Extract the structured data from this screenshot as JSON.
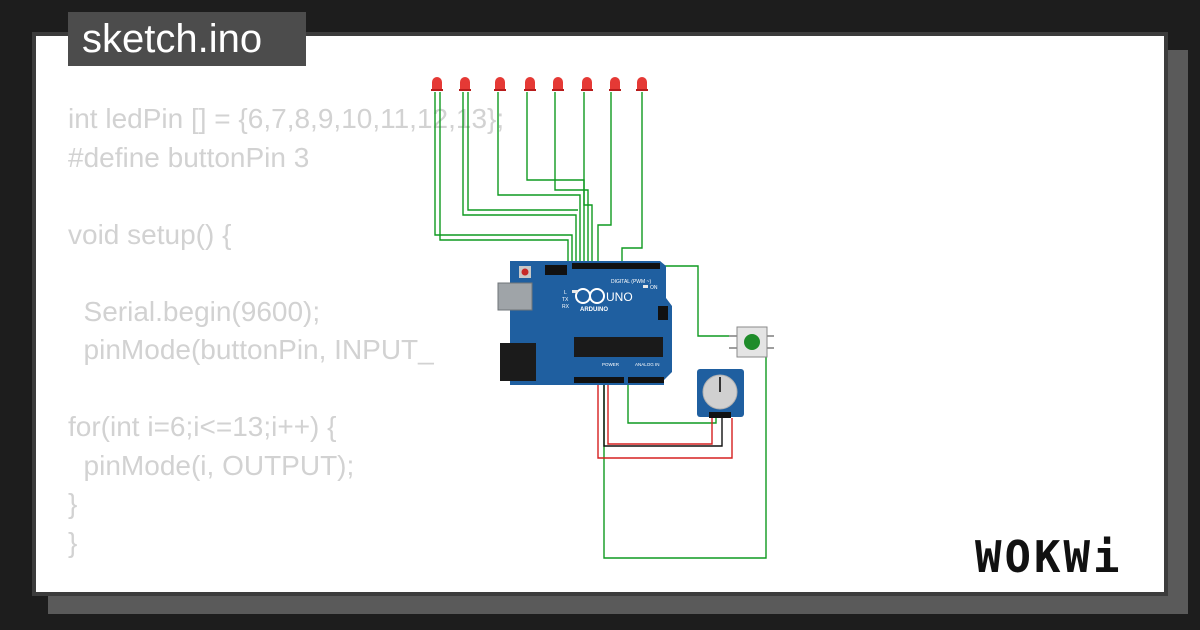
{
  "window": {
    "title": "sketch.ino"
  },
  "code": {
    "lines": [
      "int ledPin [] = {6,7,8,9,10,11,12,13};",
      "#define buttonPin 3",
      "",
      "void setup() {",
      "",
      "  Serial.begin(9600);",
      "  pinMode(buttonPin, INPUT_",
      "",
      "for(int i=6;i<=13;i++) {",
      "  pinMode(i, OUTPUT);",
      "}",
      "}"
    ]
  },
  "board": {
    "brand": "ARDUINO",
    "model": "UNO",
    "digital_label": "DIGITAL (PWM ~)",
    "power_label": "POWER",
    "analog_label": "ANALOG IN",
    "on_label": "ON",
    "tx_label": "TX",
    "rx_label": "RX",
    "l_label": "L"
  },
  "components": {
    "led_count": 8,
    "led_color": "#e53935"
  },
  "logo": {
    "text": "WOKWi"
  },
  "colors": {
    "board": "#1f5fa0",
    "wire_green": "#0f9a20",
    "wire_red": "#d62020",
    "wire_black": "#111111",
    "code_text": "#d2d2d2",
    "tab_bg": "#4c4c4c"
  }
}
